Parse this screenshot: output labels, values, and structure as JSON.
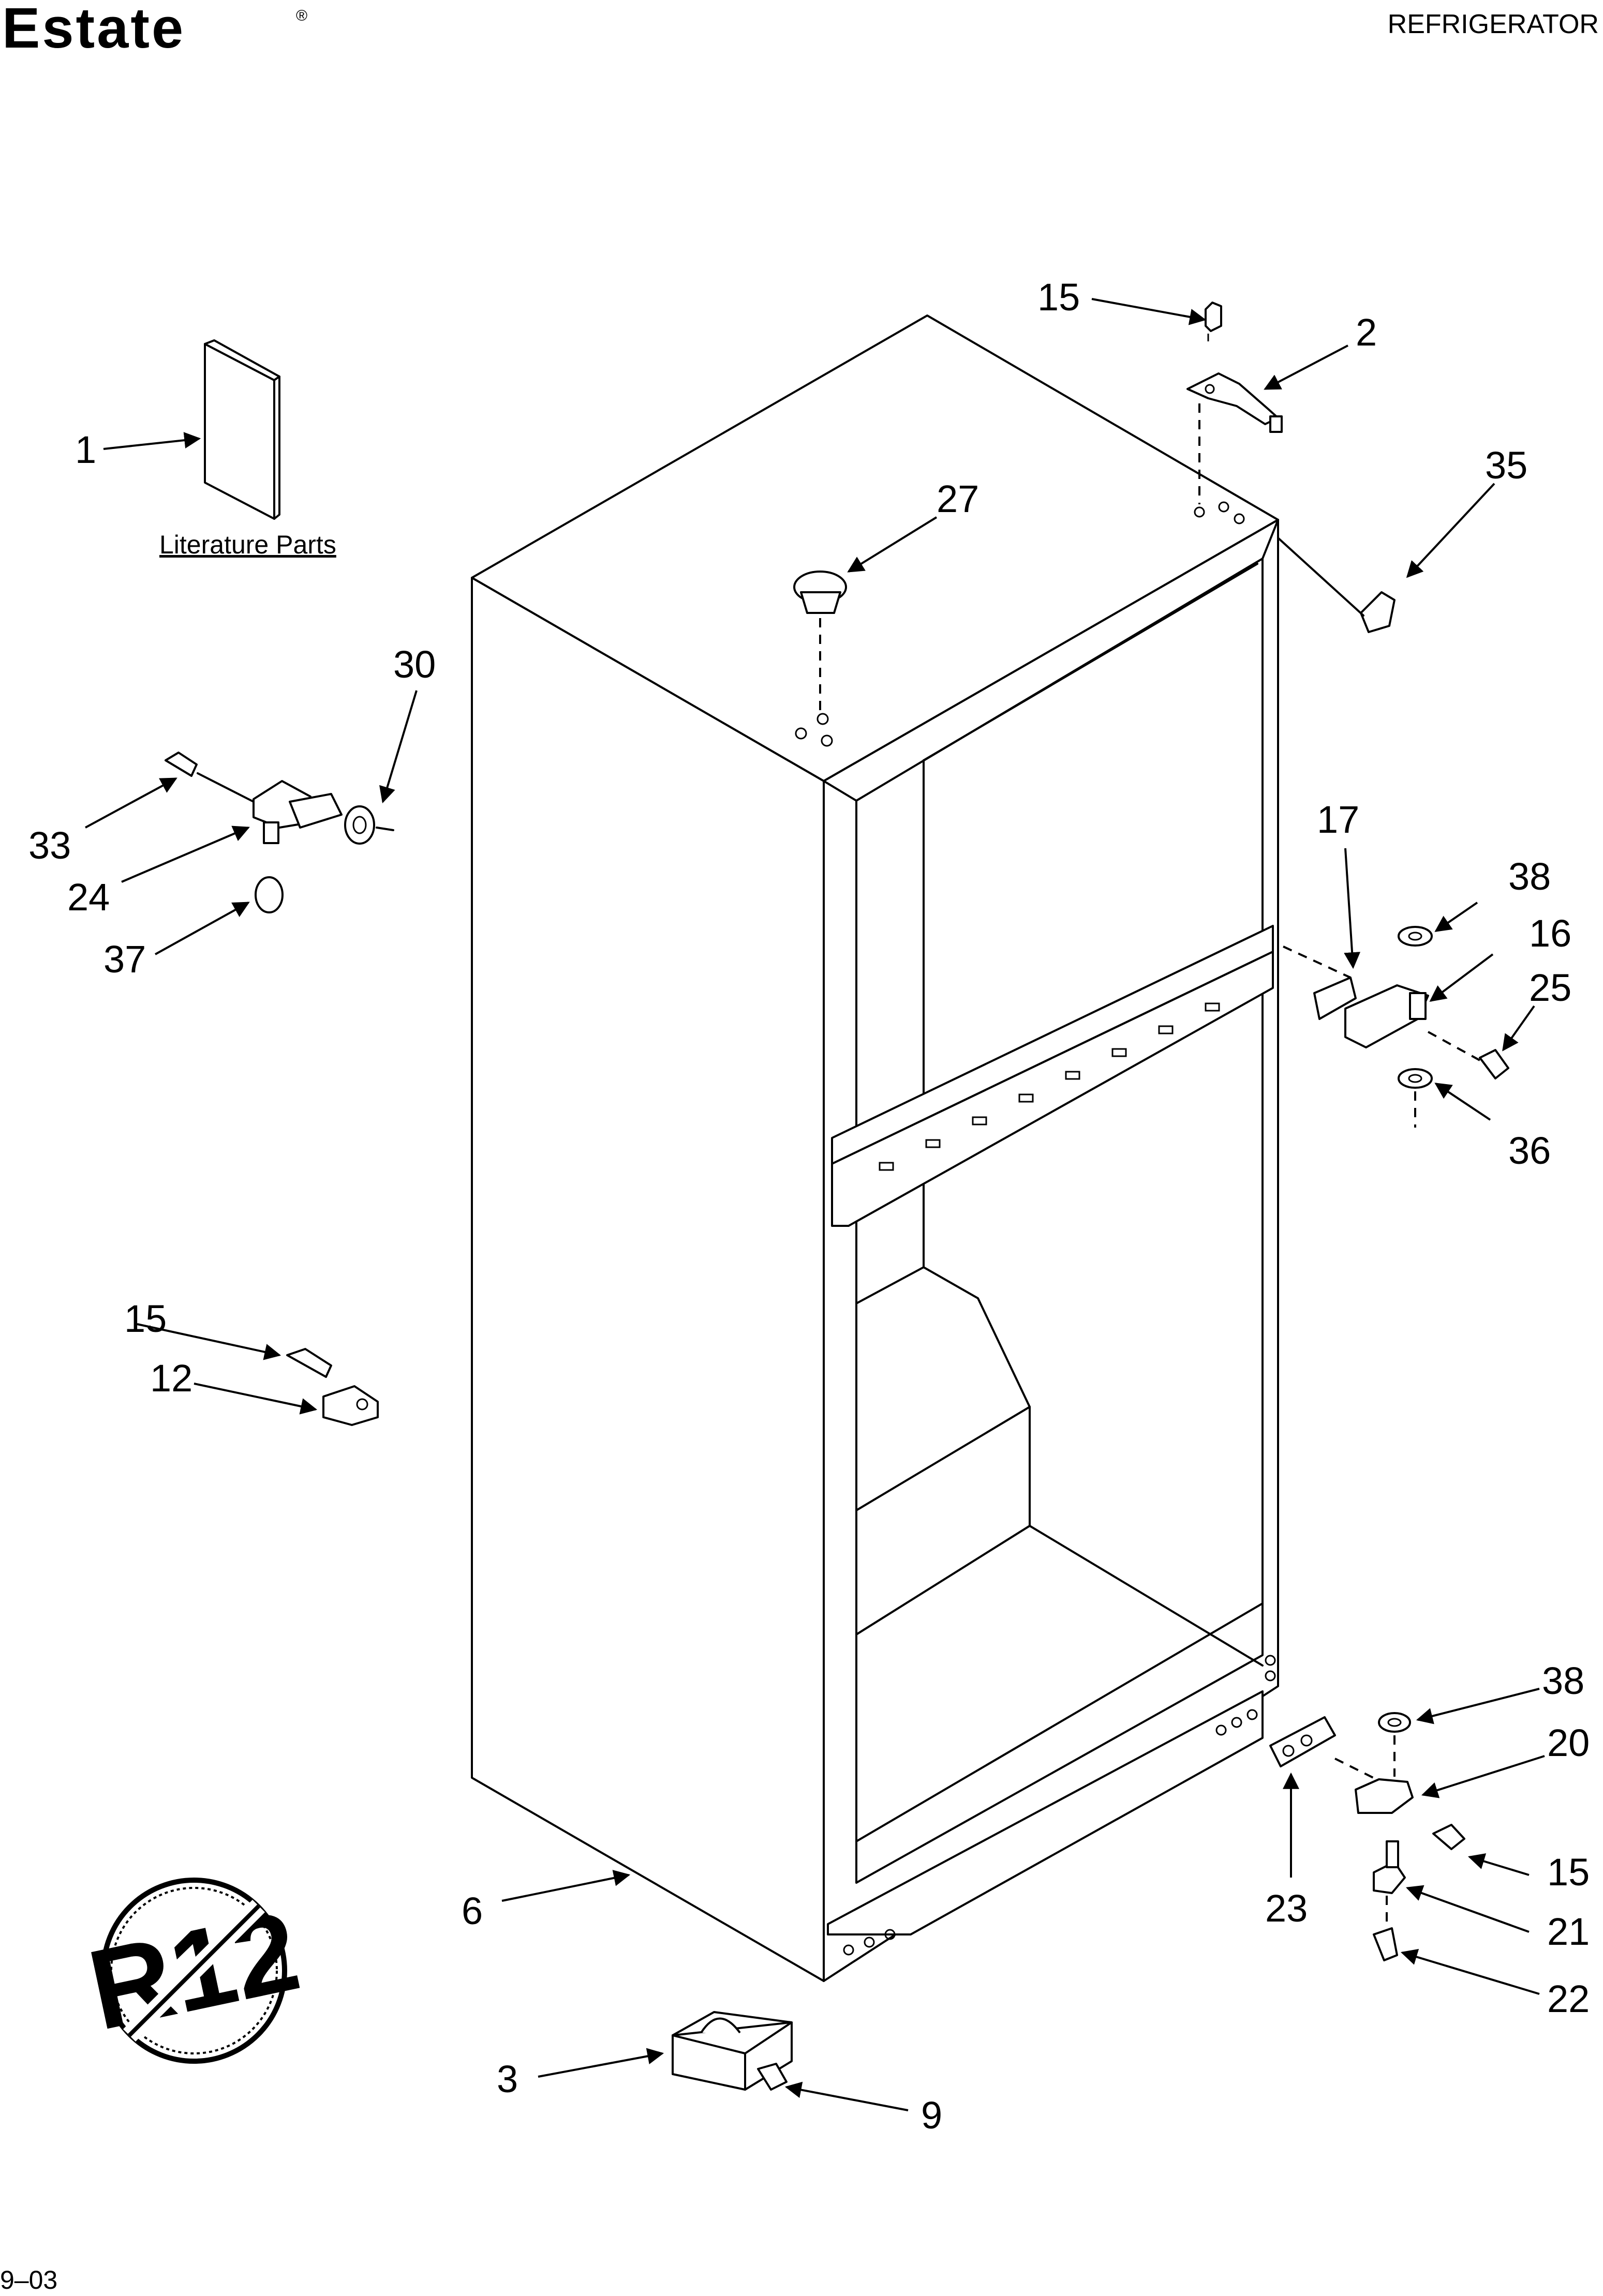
{
  "brand": "Estate",
  "brand_mark": "®",
  "header_title": "REFRIGERATOR",
  "literature_label": "Literature Parts",
  "footer_date": "9–03",
  "r12_badge_text": "R12",
  "callouts": [
    "1",
    "2",
    "3",
    "6",
    "9",
    "12",
    "15",
    "15",
    "15",
    "16",
    "17",
    "20",
    "21",
    "22",
    "23",
    "24",
    "25",
    "27",
    "30",
    "33",
    "35",
    "36",
    "37",
    "38",
    "38"
  ]
}
